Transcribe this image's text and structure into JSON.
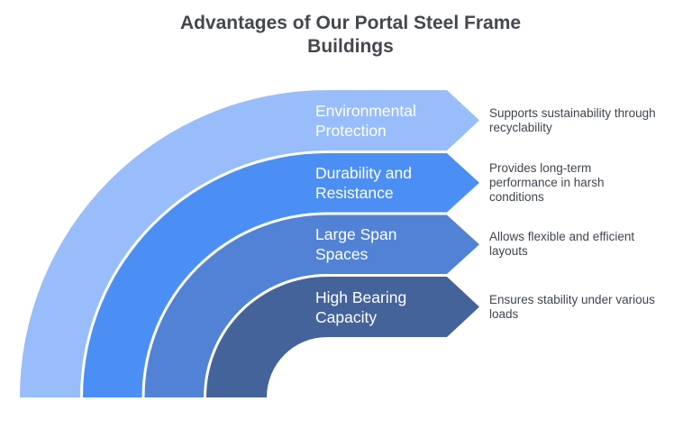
{
  "title": "Advantages of Our Portal Steel Frame\nBuildings",
  "colors": {
    "background": "#ffffff",
    "title_text": "#44484d",
    "description_text": "#3f464d",
    "label_text": "#ffffff"
  },
  "bands": [
    {
      "label": "Environmental\nProtection",
      "description": "Supports sustainability through\nrecyclability",
      "color": "#98bdfa"
    },
    {
      "label": "Durability and\nResistance",
      "description": "Provides long-term\nperformance in harsh\nconditions",
      "color": "#4c8ff4"
    },
    {
      "label": "Large Span\nSpaces",
      "description": "Allows flexible and efficient\nlayouts",
      "color": "#5182d6"
    },
    {
      "label": "High Bearing\nCapacity",
      "description": "Ensures stability under various\nloads",
      "color": "#44639a"
    }
  ]
}
